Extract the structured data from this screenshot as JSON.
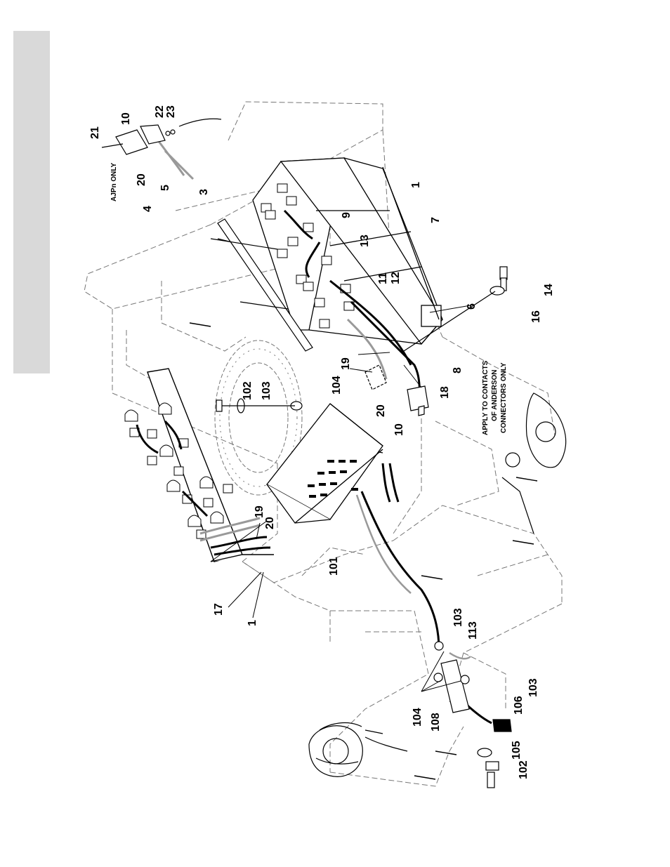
{
  "notes": {
    "ajpn": "AJPn ONLY",
    "apply_1": "APPLY TO CONTACTS",
    "apply_2": "OF ANDERSON",
    "apply_3": "CONNECTORS ONLY"
  },
  "callouts": {
    "c21": "21",
    "c10_top": "10",
    "c22": "22",
    "c23": "23",
    "c20_top": "20",
    "c5": "5",
    "c3": "3",
    "c4": "4",
    "c1_right": "1",
    "c7": "7",
    "c9": "9",
    "c13": "13",
    "c11": "11",
    "c12": "12",
    "c6": "6",
    "c14": "14",
    "c16": "16",
    "c19_mid": "19",
    "c8": "8",
    "c18": "18",
    "c20_mid": "20",
    "c10_mid": "10",
    "c102_top": "102",
    "c103_top": "103",
    "c104_top": "104",
    "c101": "101",
    "c19_left": "19",
    "c20_left": "20",
    "c17": "17",
    "c1_left": "1",
    "c103_mid": "103",
    "c113": "113",
    "c103_low": "103",
    "c106": "106",
    "c104_low": "104",
    "c108": "108",
    "c105": "105",
    "c102_low": "102"
  }
}
